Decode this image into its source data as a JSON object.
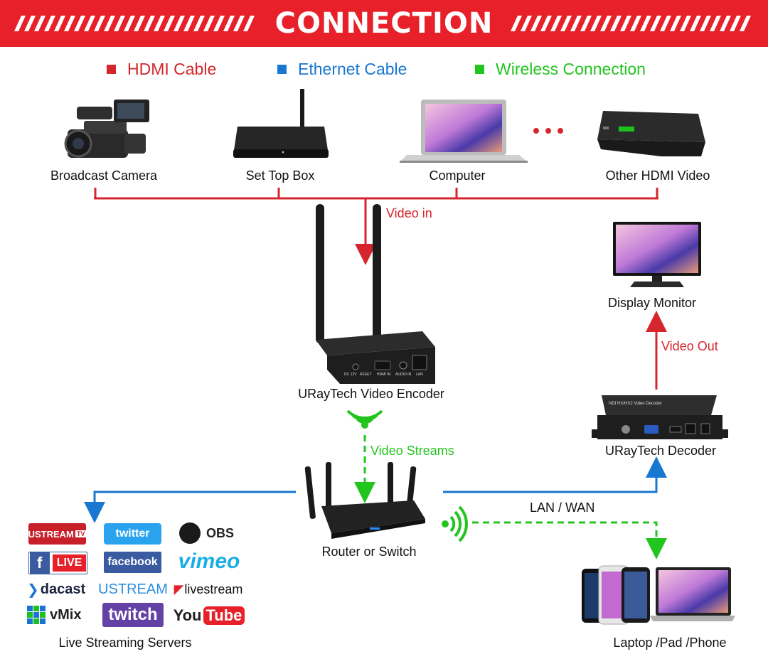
{
  "title": "CONNECTION",
  "legend": {
    "hdmi": "HDMI Cable",
    "ethernet": "Ethernet Cable",
    "wireless": "Wireless Connection"
  },
  "colors": {
    "banner": "#e8202a",
    "hdmi": "#d4262c",
    "ethernet": "#1877d0",
    "wireless": "#22c41e"
  },
  "sources": {
    "camera": "Broadcast Camera",
    "stb": "Set Top Box",
    "computer": "Computer",
    "other": "Other HDMI Video"
  },
  "devices": {
    "encoder": "URayTech Video Encoder",
    "monitor": "Display Monitor",
    "decoder": "URayTech Decoder",
    "router": "Router or Switch",
    "servers": "Live Streaming Servers",
    "clients": "Laptop /Pad /Phone"
  },
  "edges": {
    "video_in": "Video in",
    "video_out": "Video Out",
    "video_streams": "Video Streams",
    "lan_wan": "LAN / WAN"
  },
  "encoder_ports": {
    "dc": "DC 12V",
    "reset": "RESET",
    "hdmi_in": "HDMI IN",
    "audio_in": "AUDIO IN",
    "lan": "LAN"
  },
  "decoder_panel_title": "NDI HX/HX2 Video Decoder",
  "services": {
    "ustream_tv": "USTREAM",
    "ustream_tv_badge": "TV",
    "twitter": "twitter",
    "obs": "OBS",
    "facebook_live": "LIVE",
    "facebook": "facebook",
    "vimeo": "vimeo",
    "dacast": "dacast",
    "ustream": "USTREAM",
    "livestream": "livestream",
    "vmix": "vMix",
    "twitch": "twitch",
    "youtube_you": "You",
    "youtube_tube": "Tube"
  }
}
